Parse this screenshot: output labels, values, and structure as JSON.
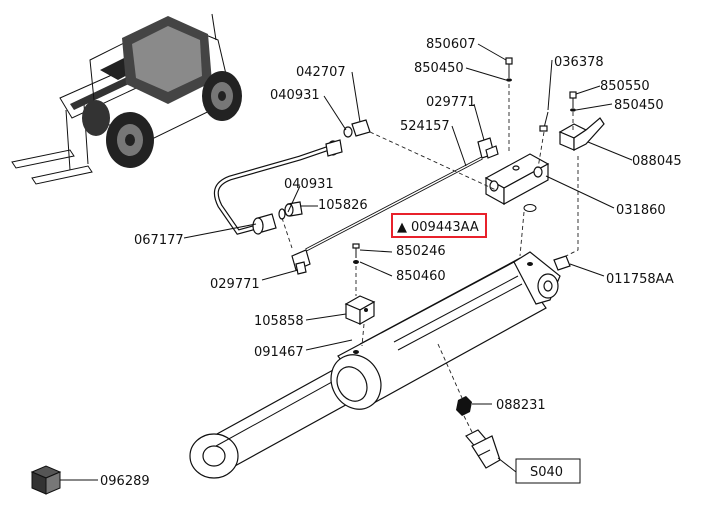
{
  "labels": {
    "p850607": "850607",
    "p850450a": "850450",
    "p036378": "036378",
    "p850550": "850550",
    "p850450b": "850450",
    "p042707": "042707",
    "p040931a": "040931",
    "p029771a": "029771",
    "p524157": "524157",
    "p088045": "088045",
    "p040931b": "040931",
    "p105826": "105826",
    "p031860": "031860",
    "p067177": "067177",
    "p009443AA": "009443AA",
    "p850246": "850246",
    "p850460": "850460",
    "p029771b": "029771",
    "p011758AA": "011758AA",
    "p105858": "105858",
    "p091467": "091467",
    "p088231": "088231",
    "p096289": "096289",
    "s040": "S040"
  },
  "highlight": {
    "marker": "▲",
    "color": "#e8212b"
  }
}
